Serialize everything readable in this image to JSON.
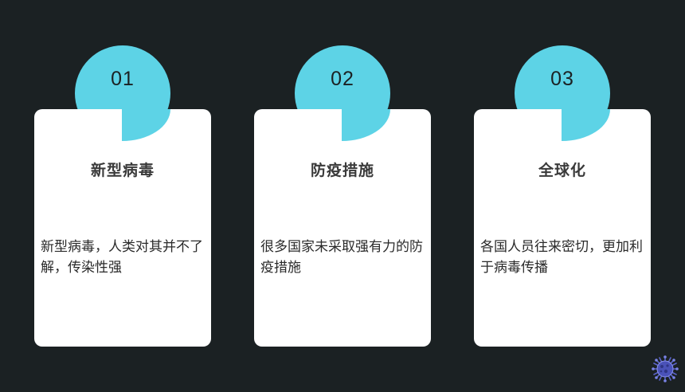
{
  "cards": [
    {
      "number": "01",
      "title": "新型病毒",
      "description": "新型病毒，人类对其并不了解，传染性强"
    },
    {
      "number": "02",
      "title": "防疫措施",
      "description": "很多国家未采取强有力的防疫措施"
    },
    {
      "number": "03",
      "title": "全球化",
      "description": "各国人员往来密切，更加利于病毒传播"
    }
  ],
  "colors": {
    "background": "#1b2123",
    "accent": "#5dd3e6",
    "card": "#ffffff"
  },
  "icons": {
    "corner": "virus-icon"
  }
}
